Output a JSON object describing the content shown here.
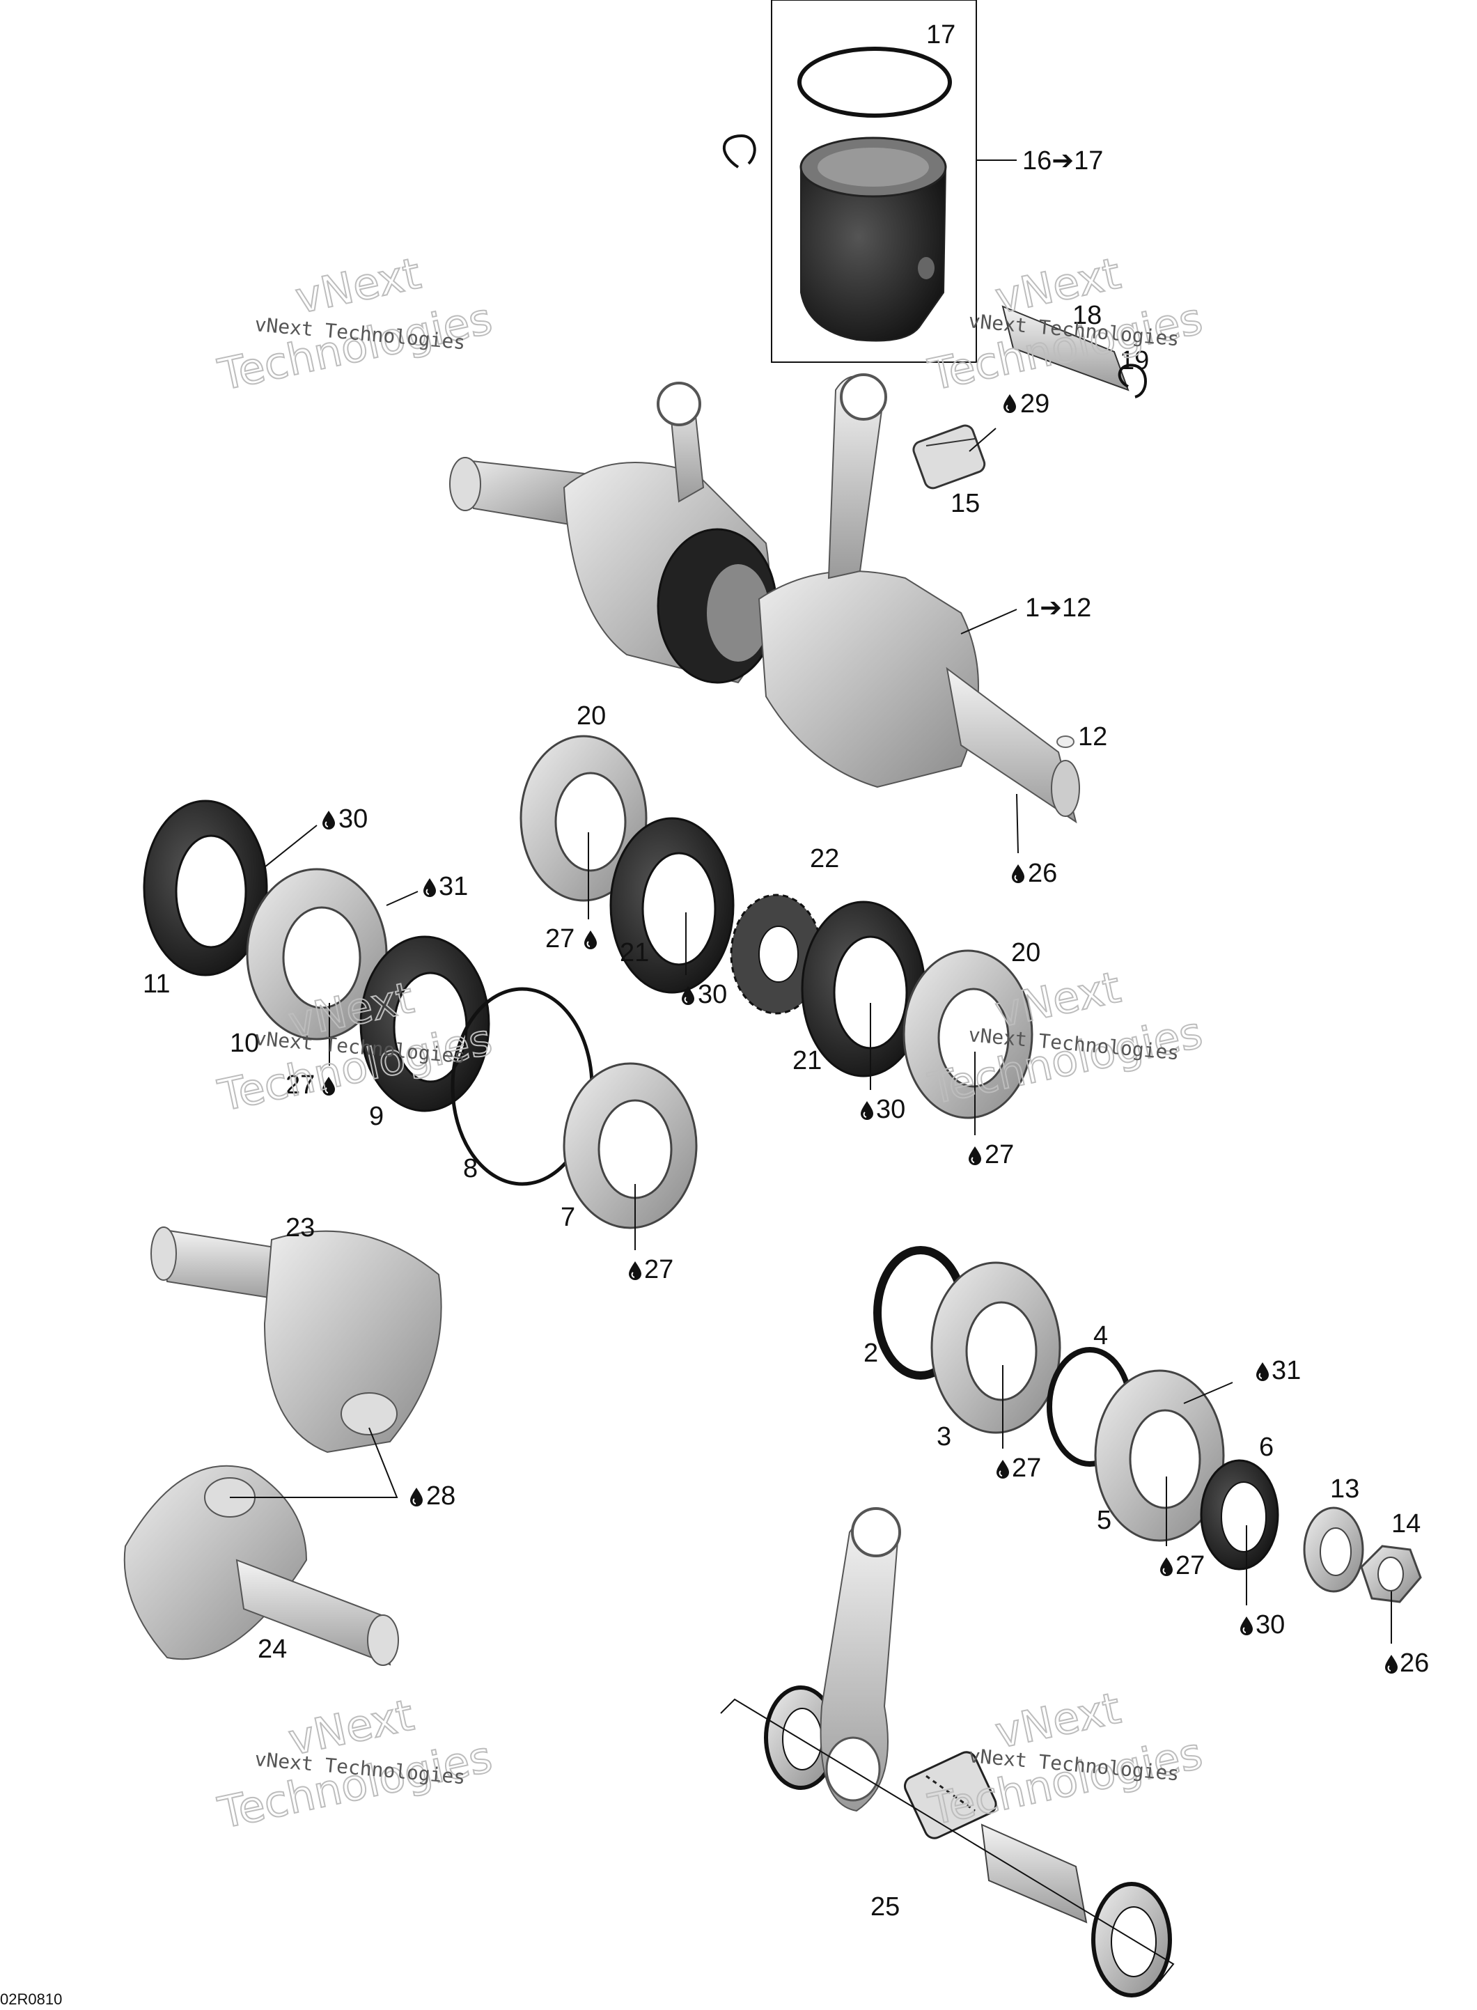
{
  "diagram": {
    "labels": [
      {
        "id": "17",
        "text": "17"
      },
      {
        "id": "16",
        "text": "16➔17"
      },
      {
        "id": "18",
        "text": "18"
      },
      {
        "id": "19",
        "text": "19"
      },
      {
        "id": "29",
        "text": "29"
      },
      {
        "id": "15",
        "text": "15"
      },
      {
        "id": "1",
        "text": "1➔12"
      },
      {
        "id": "12",
        "text": "12"
      },
      {
        "id": "26a",
        "text": "26"
      },
      {
        "id": "20a",
        "text": "20"
      },
      {
        "id": "30a",
        "text": "30"
      },
      {
        "id": "31a",
        "text": "31"
      },
      {
        "id": "22",
        "text": "22"
      },
      {
        "id": "27a",
        "text": "27"
      },
      {
        "id": "21a",
        "text": "21"
      },
      {
        "id": "30b",
        "text": "30"
      },
      {
        "id": "11",
        "text": "11"
      },
      {
        "id": "10",
        "text": "10"
      },
      {
        "id": "27b",
        "text": "27"
      },
      {
        "id": "9",
        "text": "9"
      },
      {
        "id": "20b",
        "text": "20"
      },
      {
        "id": "21b",
        "text": "21"
      },
      {
        "id": "30c",
        "text": "30"
      },
      {
        "id": "27c",
        "text": "27"
      },
      {
        "id": "8",
        "text": "8"
      },
      {
        "id": "7",
        "text": "7"
      },
      {
        "id": "27d",
        "text": "27"
      },
      {
        "id": "23",
        "text": "23"
      },
      {
        "id": "2",
        "text": "2"
      },
      {
        "id": "4",
        "text": "4"
      },
      {
        "id": "31b",
        "text": "31"
      },
      {
        "id": "3",
        "text": "3"
      },
      {
        "id": "6",
        "text": "6"
      },
      {
        "id": "27e",
        "text": "27"
      },
      {
        "id": "28",
        "text": "28"
      },
      {
        "id": "13",
        "text": "13"
      },
      {
        "id": "14",
        "text": "14"
      },
      {
        "id": "5",
        "text": "5"
      },
      {
        "id": "27f",
        "text": "27"
      },
      {
        "id": "30d",
        "text": "30"
      },
      {
        "id": "26b",
        "text": "26"
      },
      {
        "id": "24",
        "text": "24"
      },
      {
        "id": "25",
        "text": "25"
      }
    ],
    "watermark_small": "vNext Technologies",
    "watermark_big_1": "vNext",
    "watermark_big_2": "Technologies",
    "reference_code": "02R0810"
  }
}
